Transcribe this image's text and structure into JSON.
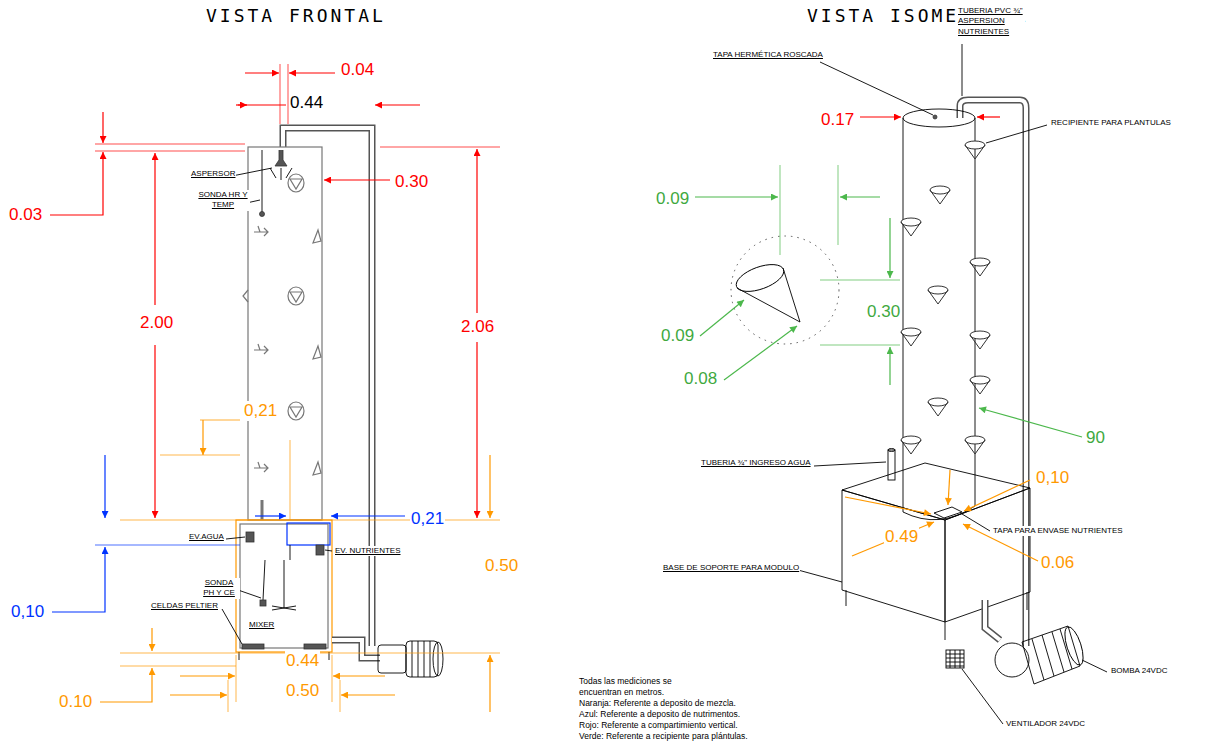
{
  "diagram": {
    "labels": [
      "VISTA FRONTAL",
      "0.04",
      "0.44",
      "0.03",
      "ASPERSOR",
      "SONDA HR Y TEMP",
      "0.30",
      "2.00",
      "2.06",
      "0,21",
      "0,21",
      "EV.AGUA",
      "EV. NUTRIENTES",
      "0.50",
      "0,10",
      "SONDA PH Y CE",
      "CELDAS PELTIER",
      "MIXER",
      "0.44",
      "0.10",
      "0.50",
      "VISTA ISOMETRICA",
      "TAPA HERMÉTICA ROSCADA",
      "TUBERIA PVC ¾\" ASPERSION NUTRIENTES",
      "0.17",
      "RECIPIENTE PARA PLANTULAS",
      "0.09",
      "0.09",
      "0.30",
      "0.08",
      "90",
      "TUBERIA ¾\" INGRESO AGUA",
      "0,10",
      "0.49",
      "TAPA PARA ENVASE NUTRIENTES",
      "0.06",
      "BASE DE SOPORTE PARA MODULO",
      "BOMBA 24VDC",
      "VENTILADOR 24VDC",
      "Todas las mediciones se encuentran en metros.",
      "Naranja: Referente a deposito de mezcla.",
      "Azul: Referente a deposito de nutrimentos.",
      "Rojo: Referente a compartimiento vertical.",
      "Verde: Referente a recipiente para plántulas."
    ]
  }
}
